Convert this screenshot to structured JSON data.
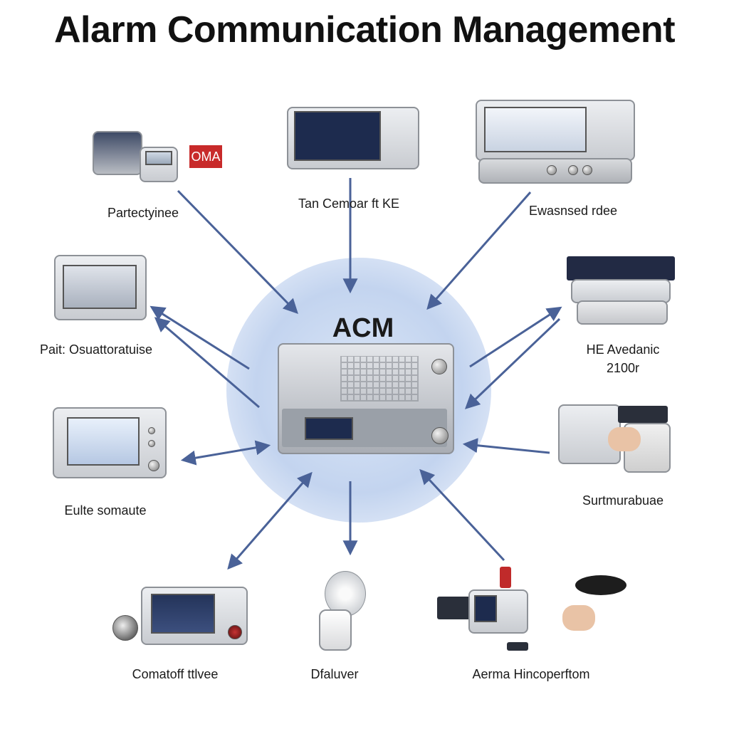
{
  "title": "Alarm Communication Management",
  "hub": {
    "label": "ACM"
  },
  "nodes": [
    {
      "label": "Partectyinee"
    },
    {
      "label": "Tan Cemoar ft KE"
    },
    {
      "label": "Ewasnsed rdee"
    },
    {
      "label": "Pait: Osuattoratuise"
    },
    {
      "label": "HE Avedanic\n2100r"
    },
    {
      "label": "Eulte somaute"
    },
    {
      "label": "Surtmurabuae"
    },
    {
      "label": "Comatoff ttlvee"
    },
    {
      "label": "Dfaluver"
    },
    {
      "label": "Aerma Hincoperftom"
    }
  ],
  "device_text": {
    "red_card": "OMA"
  },
  "colors": {
    "arrow": "#4a6298",
    "hub_glow": "#c3d4ef",
    "screen": "#1d2b4e"
  }
}
